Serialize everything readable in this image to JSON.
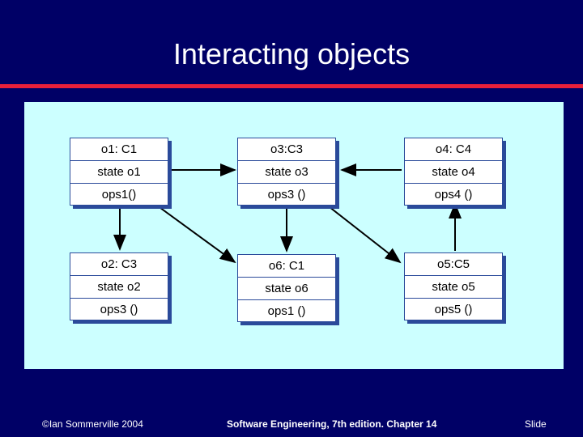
{
  "title": "Interacting objects",
  "objects": {
    "o1": {
      "name": "o1: C1",
      "state": "state o1",
      "op": "ops1()"
    },
    "o3": {
      "name": "o3:C3",
      "state": "state o3",
      "op": "ops3 ()"
    },
    "o4": {
      "name": "o4: C4",
      "state": "state o4",
      "op": "ops4 ()"
    },
    "o2": {
      "name": "o2: C3",
      "state": "state o2",
      "op": "ops3 ()"
    },
    "o6": {
      "name": "o6: C1",
      "state": "state o6",
      "op": "ops1 ()"
    },
    "o5": {
      "name": "o5:C5",
      "state": "state o5",
      "op": "ops5 ()"
    }
  },
  "footer": {
    "left": "©Ian Sommerville 2004",
    "middle": "Software Engineering, 7th edition. Chapter 14",
    "right": "Slide"
  },
  "colors": {
    "background": "#000066",
    "title_rule": "#e8203a",
    "figure_bg": "#ccffff",
    "box_border": "#2a4a9a"
  }
}
